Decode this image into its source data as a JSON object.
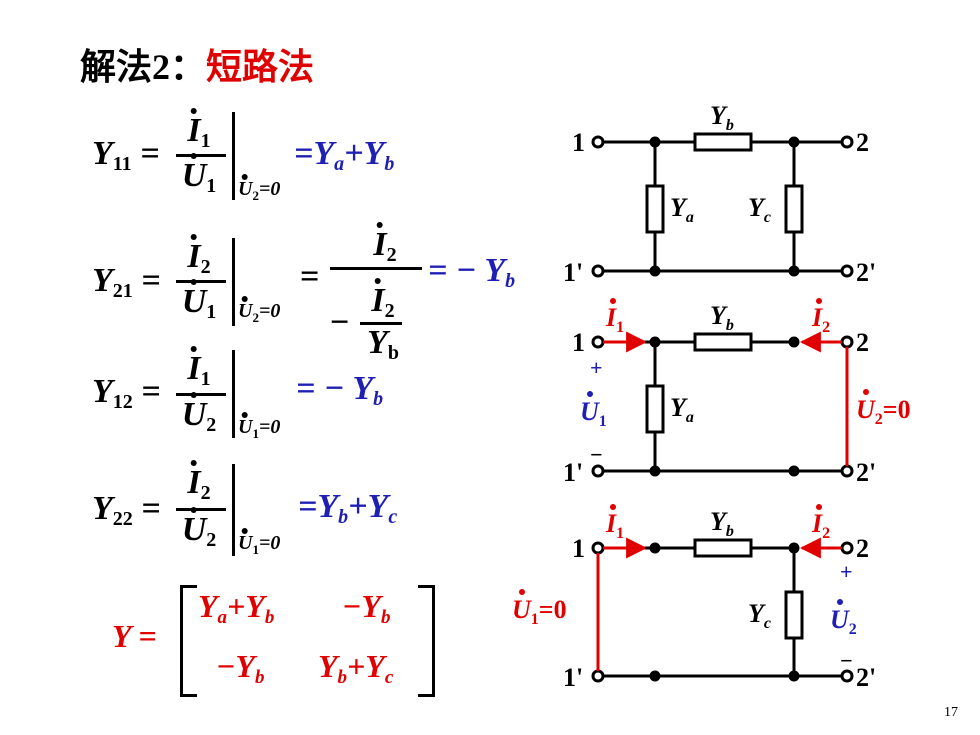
{
  "title": {
    "prefix": "解法2：",
    "method": "短路法"
  },
  "equations": {
    "y11": {
      "lhs": "Y",
      "lhs_sub": "11",
      "num": "I",
      "num_sub": "1",
      "den": "U",
      "den_sub": "1",
      "cond_var": "U",
      "cond_sub": "2",
      "cond_val": "=0",
      "res_a": "=Y",
      "res_a_sub": "a",
      "res_b": "+Y",
      "res_b_sub": "b"
    },
    "y21": {
      "lhs": "Y",
      "lhs_sub": "21",
      "num": "I",
      "num_sub": "2",
      "den": "U",
      "den_sub": "1",
      "cond_var": "U",
      "cond_sub": "2",
      "cond_val": "=0",
      "eq": "=",
      "big_num": "I",
      "big_num_sub": "2",
      "minus": "−",
      "inner_num": "I",
      "inner_num_sub": "2",
      "inner_den": "Y",
      "inner_den_sub": "b",
      "res": "= − Y",
      "res_sub": "b"
    },
    "y12": {
      "lhs": "Y",
      "lhs_sub": "12",
      "num": "I",
      "num_sub": "1",
      "den": "U",
      "den_sub": "2",
      "cond_var": "U",
      "cond_sub": "1",
      "cond_val": "=0",
      "res": "= − Y",
      "res_sub": "b"
    },
    "y22": {
      "lhs": "Y",
      "lhs_sub": "22",
      "num": "I",
      "num_sub": "2",
      "den": "U",
      "den_sub": "2",
      "cond_var": "U",
      "cond_sub": "1",
      "cond_val": "=0",
      "res_a": "=Y",
      "res_a_sub": "b",
      "res_b": "+Y",
      "res_b_sub": "c"
    }
  },
  "matrix": {
    "lhs": "Y =",
    "m11_a": "Y",
    "m11_a_sub": "a",
    "m11_b": "+Y",
    "m11_b_sub": "b",
    "m12": "−Y",
    "m12_sub": "b",
    "m21": "−Y",
    "m21_sub": "b",
    "m22_a": "Y",
    "m22_a_sub": "b",
    "m22_b": "+Y",
    "m22_b_sub": "c"
  },
  "circuits": {
    "c1": {
      "port1": "1",
      "port1p": "1'",
      "port2": "2",
      "port2p": "2'",
      "yb": "Y",
      "yb_sub": "b",
      "ya": "Y",
      "ya_sub": "a",
      "yc": "Y",
      "yc_sub": "c"
    },
    "c2": {
      "port1": "1",
      "port1p": "1'",
      "port2": "2",
      "port2p": "2'",
      "yb": "Y",
      "yb_sub": "b",
      "ya": "Y",
      "ya_sub": "a",
      "i1": "I",
      "i1_sub": "1",
      "i2": "I",
      "i2_sub": "2",
      "u1": "U",
      "u1_sub": "1",
      "plus": "+",
      "minus": "−",
      "u2_short": "U",
      "u2_short_sub": "2",
      "u2_short_val": "=0"
    },
    "c3": {
      "port1": "1",
      "port1p": "1'",
      "port2": "2",
      "port2p": "2'",
      "yb": "Y",
      "yb_sub": "b",
      "yc": "Y",
      "yc_sub": "c",
      "i1": "I",
      "i1_sub": "1",
      "i2": "I",
      "i2_sub": "2",
      "u2": "U",
      "u2_sub": "2",
      "plus": "+",
      "minus": "−",
      "u1_short": "U",
      "u1_short_sub": "1",
      "u1_short_val": "=0"
    }
  },
  "page_number": "17",
  "colors": {
    "accent_red": "#e00000",
    "accent_blue": "#1f1fb4",
    "text": "#000000"
  }
}
